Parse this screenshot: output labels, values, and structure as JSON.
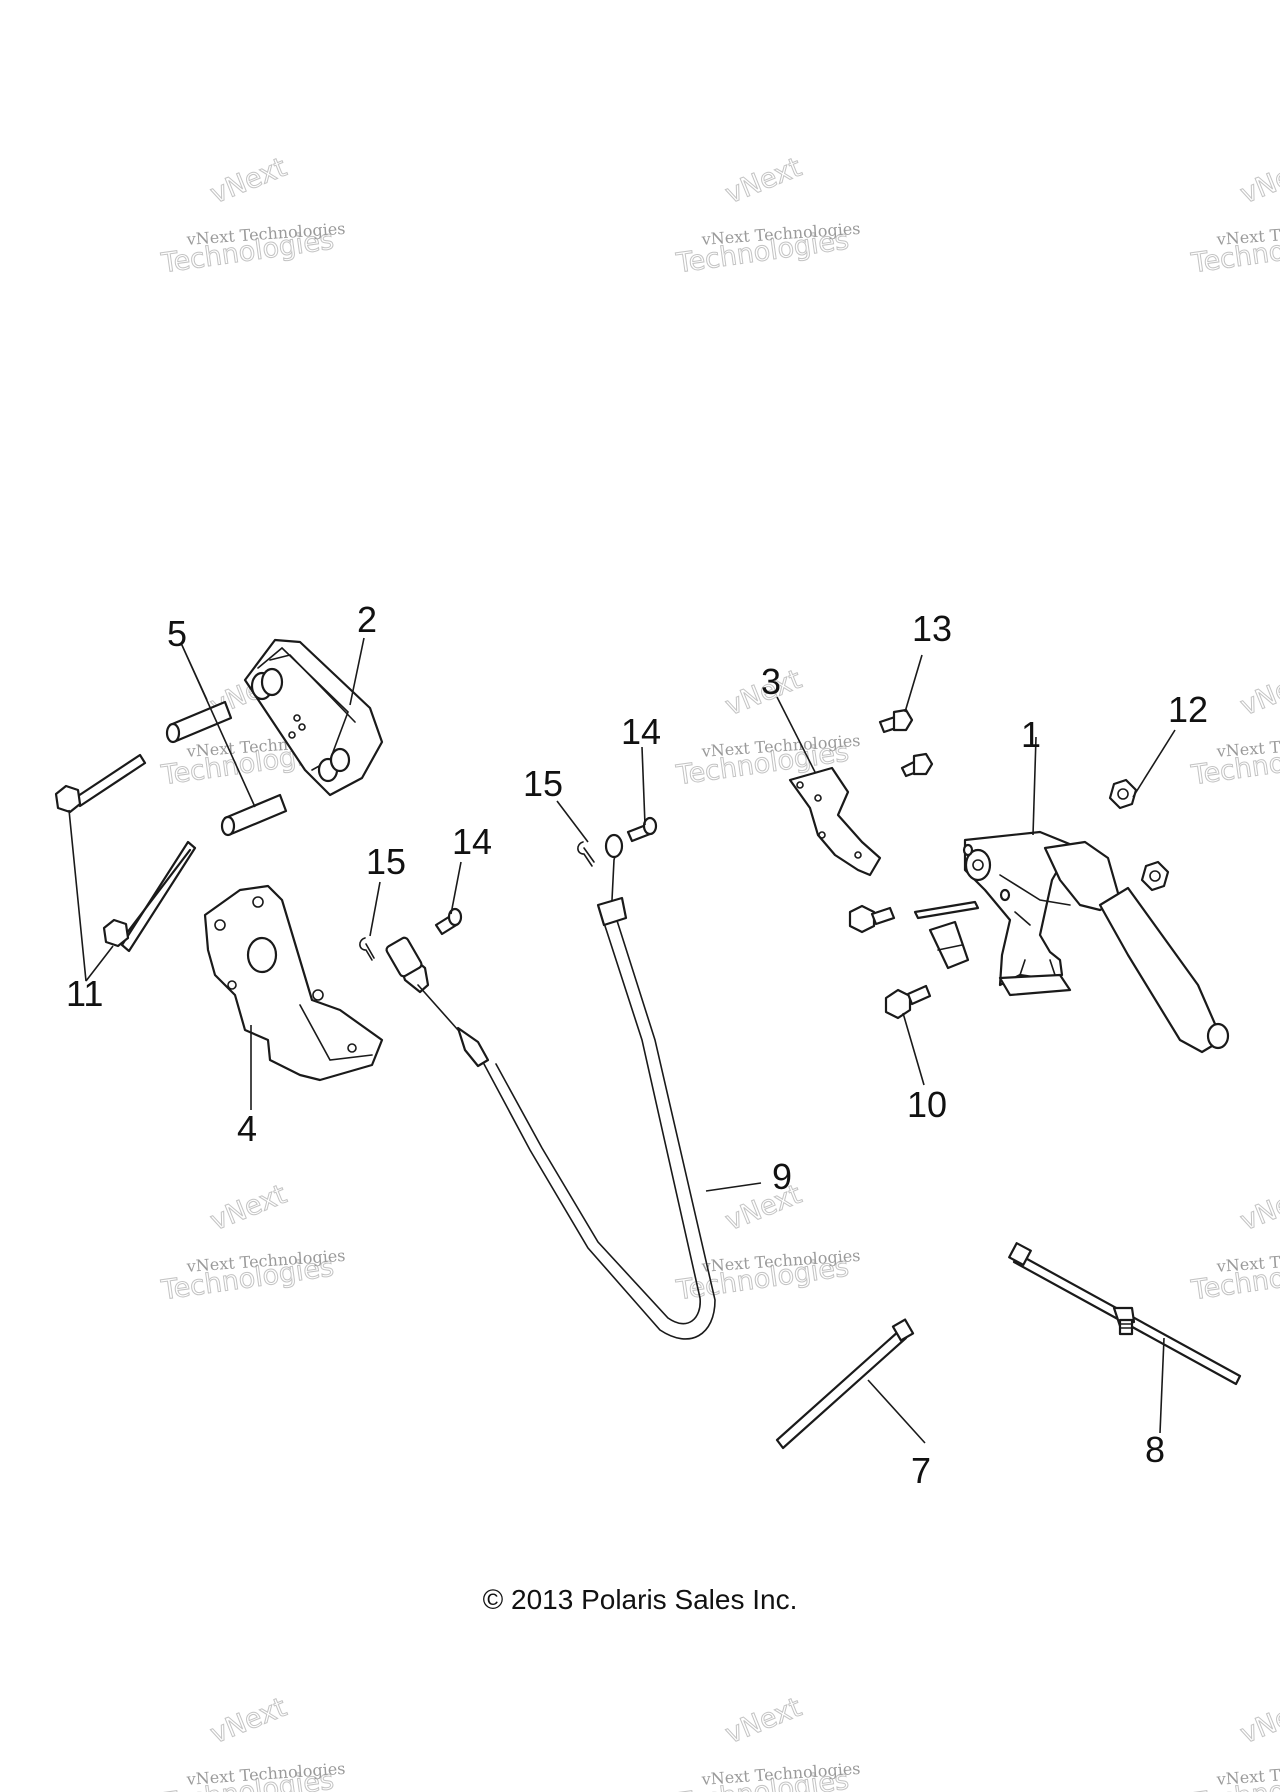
{
  "callouts": [
    "1",
    "2",
    "3",
    "4",
    "5",
    "7",
    "8",
    "9",
    "10",
    "11",
    "12",
    "13",
    "14",
    "14",
    "15",
    "15"
  ],
  "watermark": {
    "line1": "vNext Technologies",
    "line2": "Technologies",
    "arc": "vNext"
  },
  "copyright": "© 2013 Polaris Sales Inc."
}
